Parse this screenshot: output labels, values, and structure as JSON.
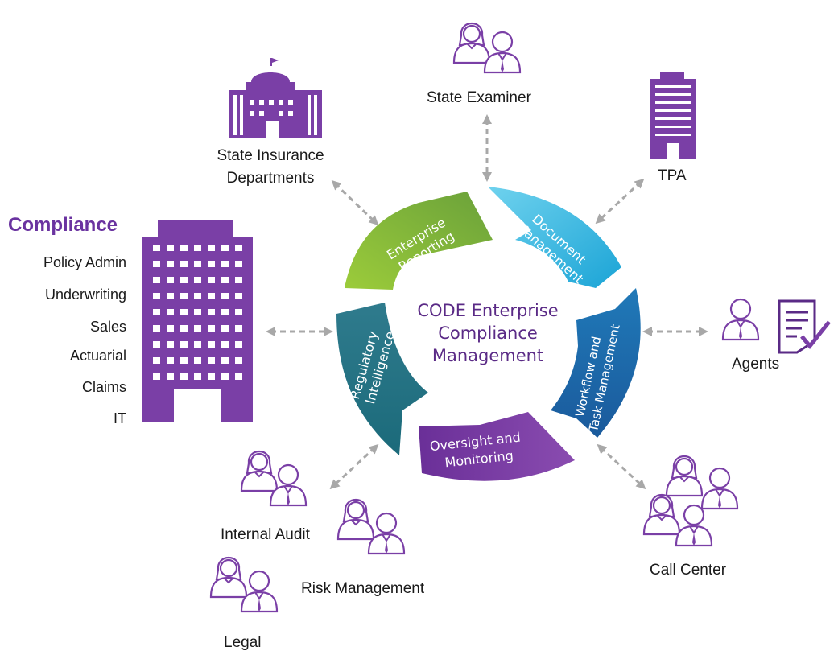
{
  "center": {
    "line1": "CODE Enterprise",
    "line2": "Compliance",
    "line3": "Management"
  },
  "segments": {
    "enterprise_reporting": [
      "Enterprise",
      "Reporting"
    ],
    "document_management": [
      "Document",
      "Management"
    ],
    "workflow": [
      "Workflow and",
      "Task Management"
    ],
    "oversight": [
      "Oversight and",
      "Monitoring"
    ],
    "regulatory": [
      "Regulatory",
      "Intelligence"
    ]
  },
  "compliance": {
    "title": "Compliance",
    "items": [
      "Policy Admin",
      "Underwriting",
      "Sales",
      "Actuarial",
      "Claims",
      "IT"
    ]
  },
  "stakeholders": {
    "state_insurance": [
      "State Insurance",
      "Departments"
    ],
    "state_examiner": "State Examiner",
    "tpa": "TPA",
    "agents": "Agents",
    "call_center": "Call Center",
    "internal_audit": "Internal Audit",
    "risk_management": "Risk Management",
    "legal": "Legal"
  },
  "colors": {
    "purple": "#7a3fa6",
    "dark_purple": "#5a2a86",
    "green": "#8cc63f",
    "cyan": "#29b6e0",
    "blue": "#1d6fb0",
    "teal": "#1f6e86",
    "arrow_gray": "#a8a8a8"
  }
}
